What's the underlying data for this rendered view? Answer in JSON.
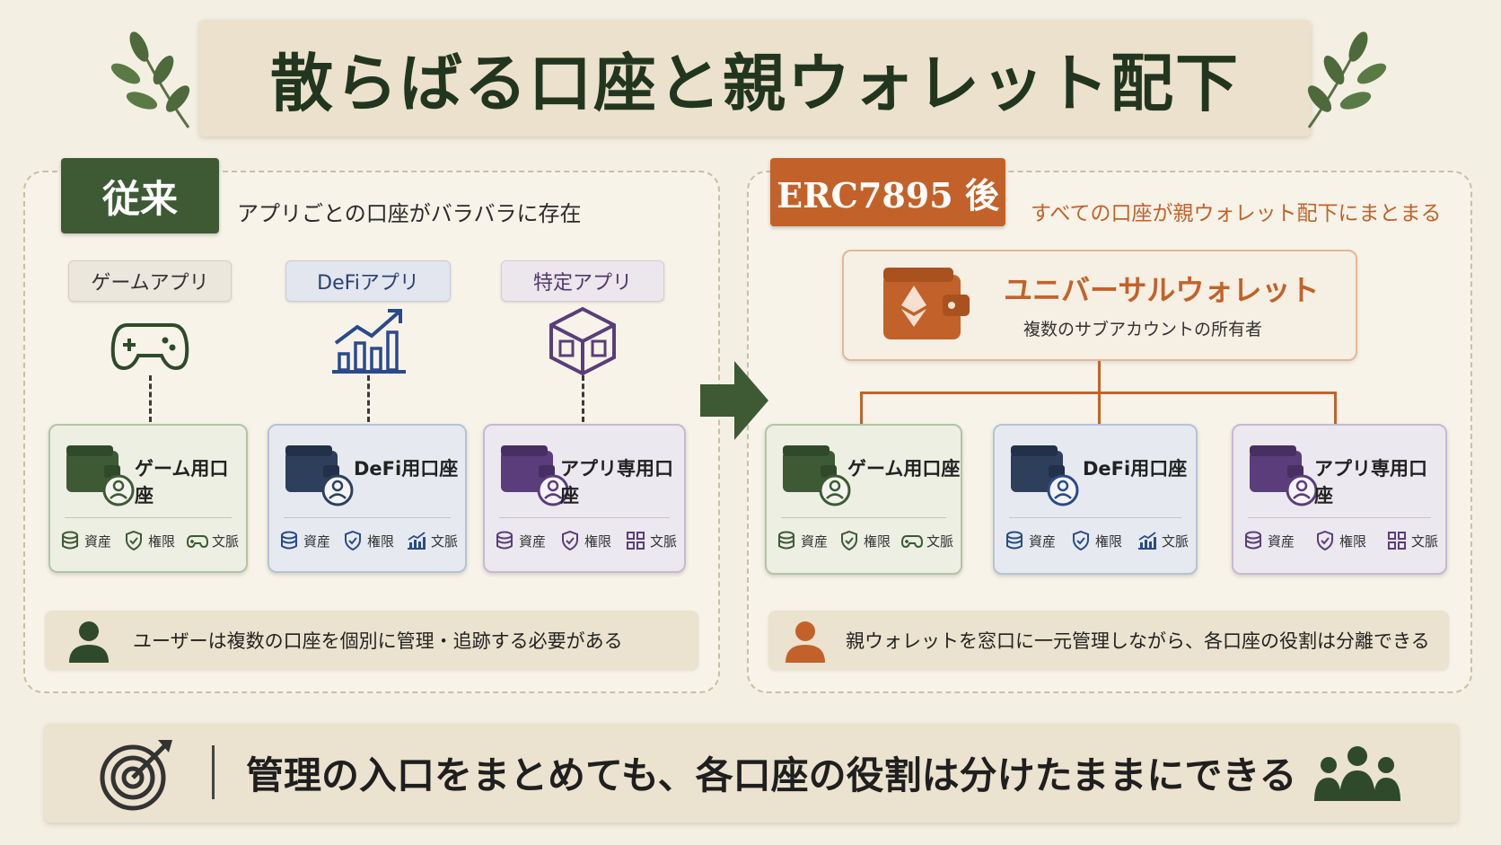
{
  "title": "散らばる口座と親ウォレット配下",
  "left": {
    "tag": "従来",
    "subtitle": "アプリごとの口座がバラバラに存在",
    "apps": [
      {
        "label": "ゲームアプリ",
        "icon": "gamepad-icon"
      },
      {
        "label": "DeFiアプリ",
        "icon": "bar-chart-icon"
      },
      {
        "label": "特定アプリ",
        "icon": "cube-icon"
      }
    ],
    "accounts": [
      {
        "title": "ゲーム用口座",
        "color": "#3d5a34",
        "meta": [
          "資産",
          "権限",
          "文脈"
        ]
      },
      {
        "title": "DeFi用口座",
        "color": "#2e3f5c",
        "meta": [
          "資産",
          "権限",
          "文脈"
        ]
      },
      {
        "title": "アプリ専用口座",
        "color": "#5a3d7a",
        "meta": [
          "資産",
          "権限",
          "文脈"
        ]
      }
    ],
    "note": "ユーザーは複数の口座を個別に管理・追跡する必要がある"
  },
  "right": {
    "tag": "ERC7895 後",
    "subtitle": "すべての口座が親ウォレット配下にまとまる",
    "universal_wallet": {
      "title": "ユニバーサルウォレット",
      "subtitle": "複数のサブアカウントの所有者"
    },
    "accounts": [
      {
        "title": "ゲーム用口座",
        "meta": [
          "資産",
          "権限",
          "文脈"
        ]
      },
      {
        "title": "DeFi用口座",
        "meta": [
          "資産",
          "権限",
          "文脈"
        ]
      },
      {
        "title": "アプリ専用口座",
        "meta": [
          "資産",
          "権限",
          "文脈"
        ]
      }
    ],
    "note": "親ウォレットを窓口に一元管理しながら、各口座の役割は分離できる"
  },
  "bottom": {
    "text": "管理の入口をまとめても、各口座の役割は分けたままにできる"
  },
  "colors": {
    "green": "#3d5a34",
    "navy": "#2e3f5c",
    "blue": "#2a4a8a",
    "purple": "#5a3d7a",
    "orange": "#c2622a"
  }
}
